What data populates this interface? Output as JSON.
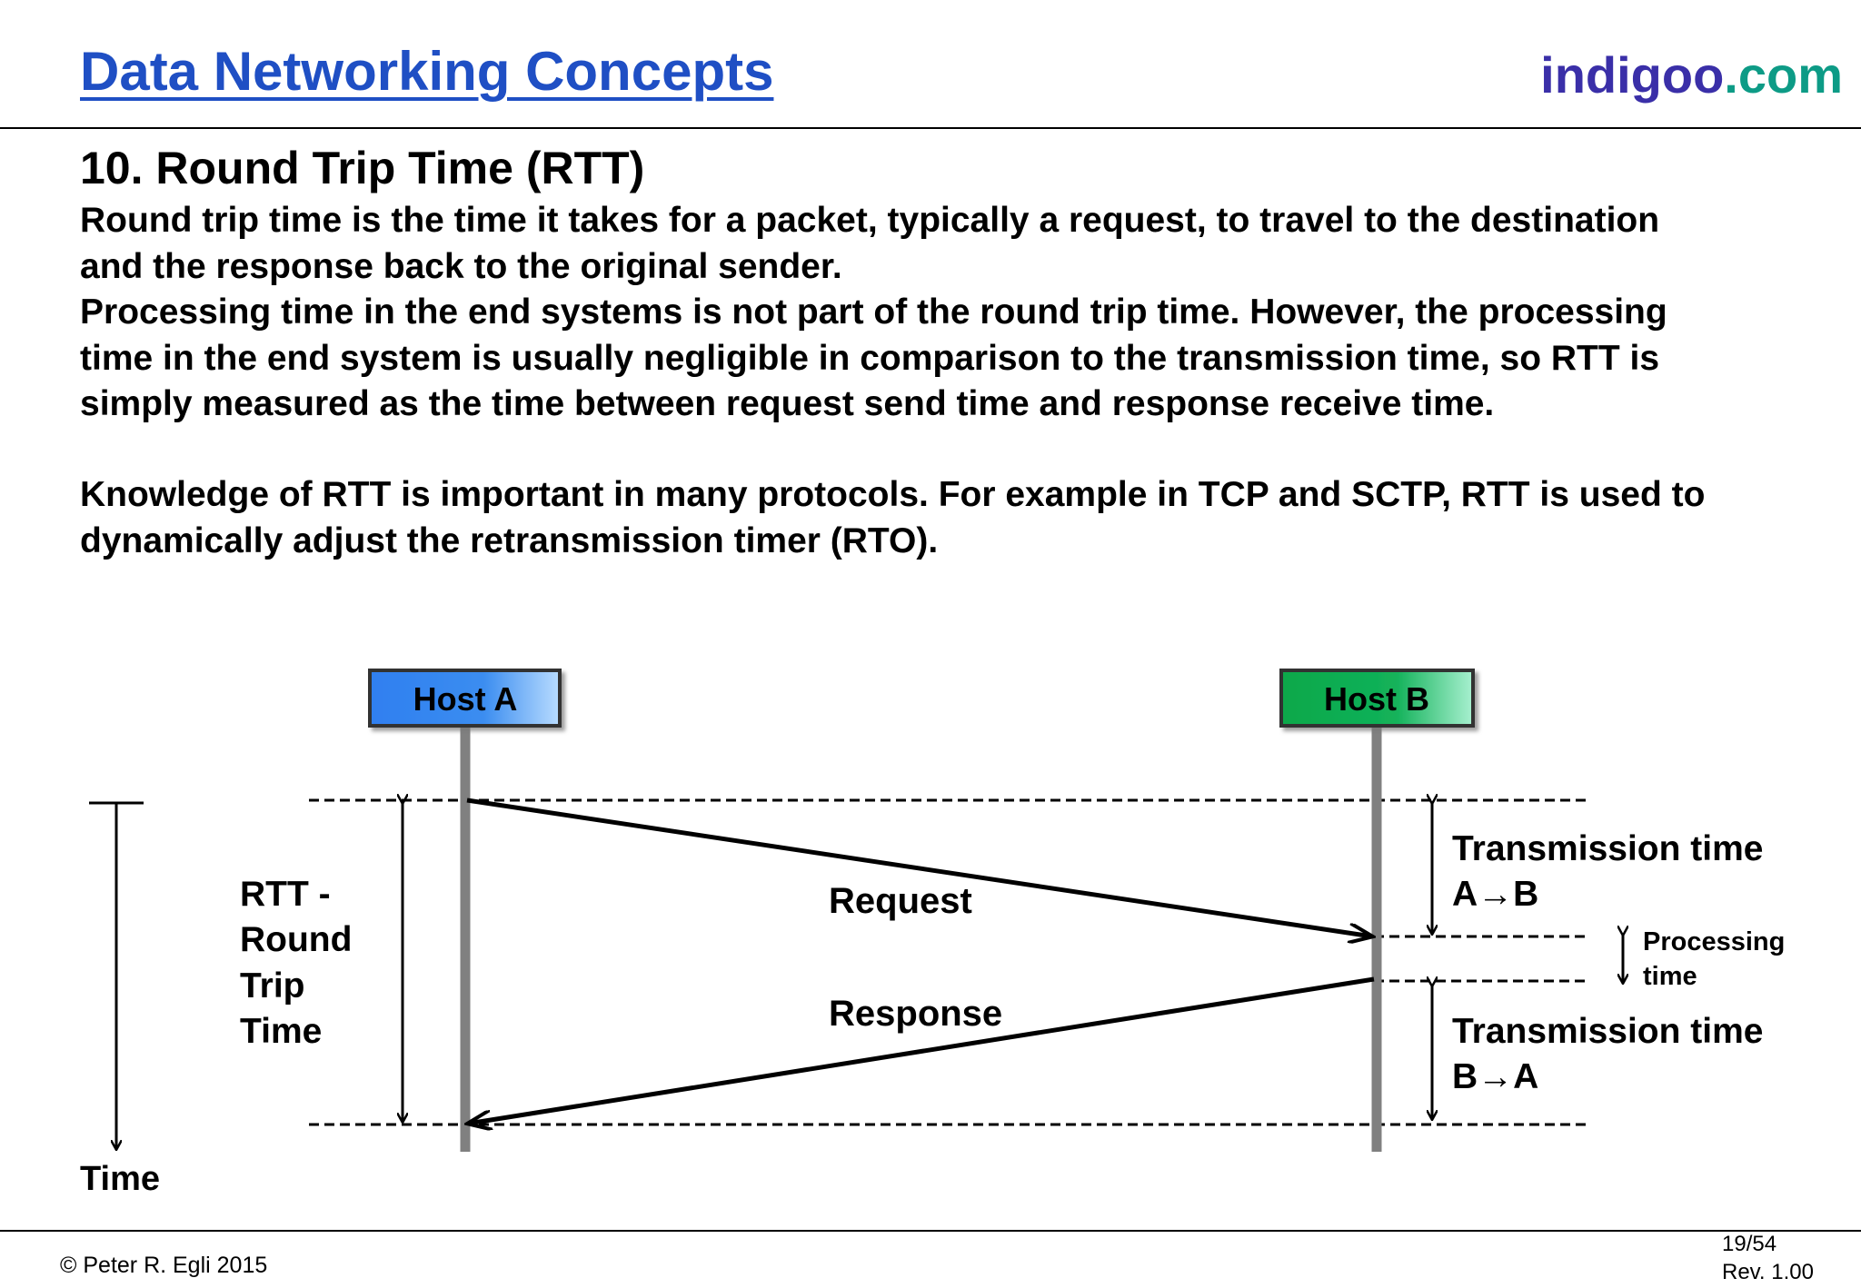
{
  "header": {
    "title": "Data Networking Concepts",
    "brand_main": "indigoo",
    "brand_suffix": ".com"
  },
  "section": {
    "title": "10. Round Trip Time (RTT)"
  },
  "body": {
    "paragraph1": [
      "Round trip time is the time it takes for a packet, typically a request, to travel to the destination",
      "and the response back to the original sender."
    ],
    "paragraph2": [
      "Processing time in the end systems is not part of the round trip time. However, the processing",
      "time in the end system is usually negligible in comparison to the transmission time, so RTT is",
      "simply measured as the time between request send time and response receive time."
    ],
    "paragraph3": [
      "Knowledge of RTT is important in many protocols. For example in TCP and SCTP, RTT is used to",
      "dynamically adjust the retransmission timer (RTO)."
    ]
  },
  "diagram": {
    "host_a": "Host A",
    "host_b": "Host B",
    "rtt_label": [
      "RTT -",
      "Round",
      "Trip",
      "Time"
    ],
    "request_label": "Request",
    "response_label": "Response",
    "transmission_ab": [
      "Transmission time",
      "A→B"
    ],
    "processing": [
      "Processing",
      "time"
    ],
    "transmission_ba": [
      "Transmission time",
      "B→A"
    ],
    "time_label": "Time"
  },
  "footer": {
    "copyright": "© Peter R. Egli 2015",
    "page": "19/54",
    "revision": "Rev. 1.00"
  },
  "colors": {
    "title_blue": "#1f4fc4",
    "brand_purple": "#3a2fa8",
    "brand_teal": "#0d9b86",
    "host_a": "#3b8df0",
    "host_b": "#13b25a",
    "lifeline": "#808080"
  }
}
